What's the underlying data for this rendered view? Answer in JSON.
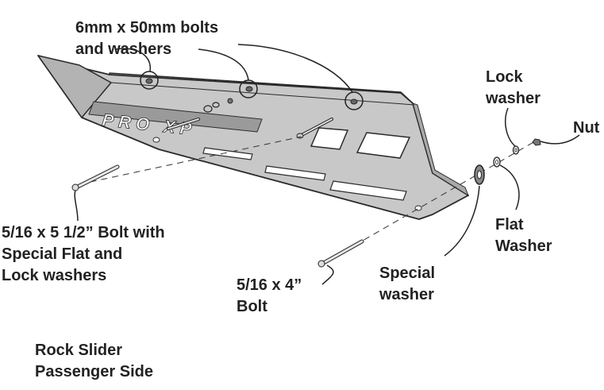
{
  "labels": {
    "bolts_6mm": [
      "6mm x 50mm bolts",
      "and washers"
    ],
    "lock_washer": [
      "Lock",
      "washer"
    ],
    "nut": [
      "Nut"
    ],
    "flat_washer": [
      "Flat",
      "Washer"
    ],
    "bolt_5_5": [
      "5/16 x 5 1/2” Bolt with",
      "Special Flat and",
      "Lock washers"
    ],
    "special_washer": [
      "Special",
      "washer"
    ],
    "bolt_4": [
      "5/16 x 4”",
      "Bolt"
    ],
    "caption": [
      "Rock Slider",
      "Passenger Side"
    ]
  },
  "logo_text": "PRO XP",
  "colors": {
    "text": "#222222",
    "plate_fill": "#c8c8c8",
    "plate_shade": "#a9a9a9",
    "outline": "#2a2a2a",
    "logo": "#ffffff"
  }
}
